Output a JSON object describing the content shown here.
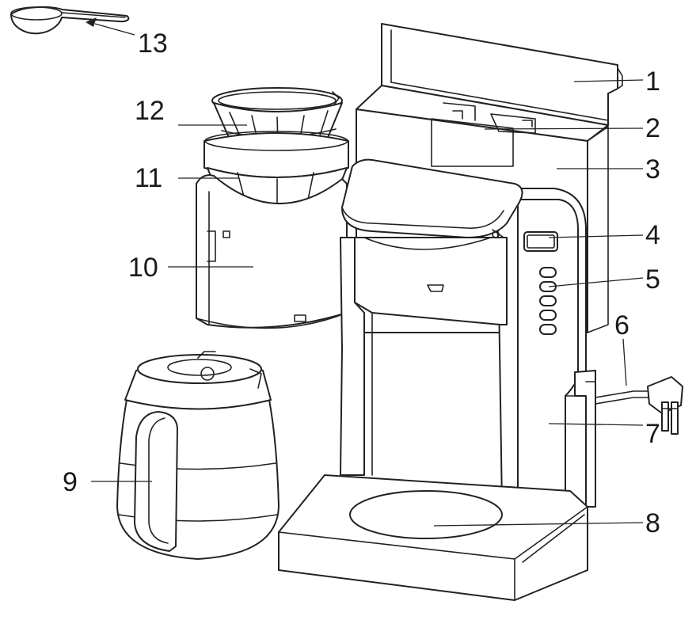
{
  "callouts": [
    {
      "id": "1",
      "label": "1"
    },
    {
      "id": "2",
      "label": "2"
    },
    {
      "id": "3",
      "label": "3"
    },
    {
      "id": "4",
      "label": "4"
    },
    {
      "id": "5",
      "label": "5"
    },
    {
      "id": "6",
      "label": "6"
    },
    {
      "id": "7",
      "label": "7"
    },
    {
      "id": "8",
      "label": "8"
    },
    {
      "id": "9",
      "label": "9"
    },
    {
      "id": "10",
      "label": "10"
    },
    {
      "id": "11",
      "label": "11"
    },
    {
      "id": "12",
      "label": "12"
    },
    {
      "id": "13",
      "label": "13"
    }
  ],
  "line_color": "#222222",
  "background": "#ffffff"
}
